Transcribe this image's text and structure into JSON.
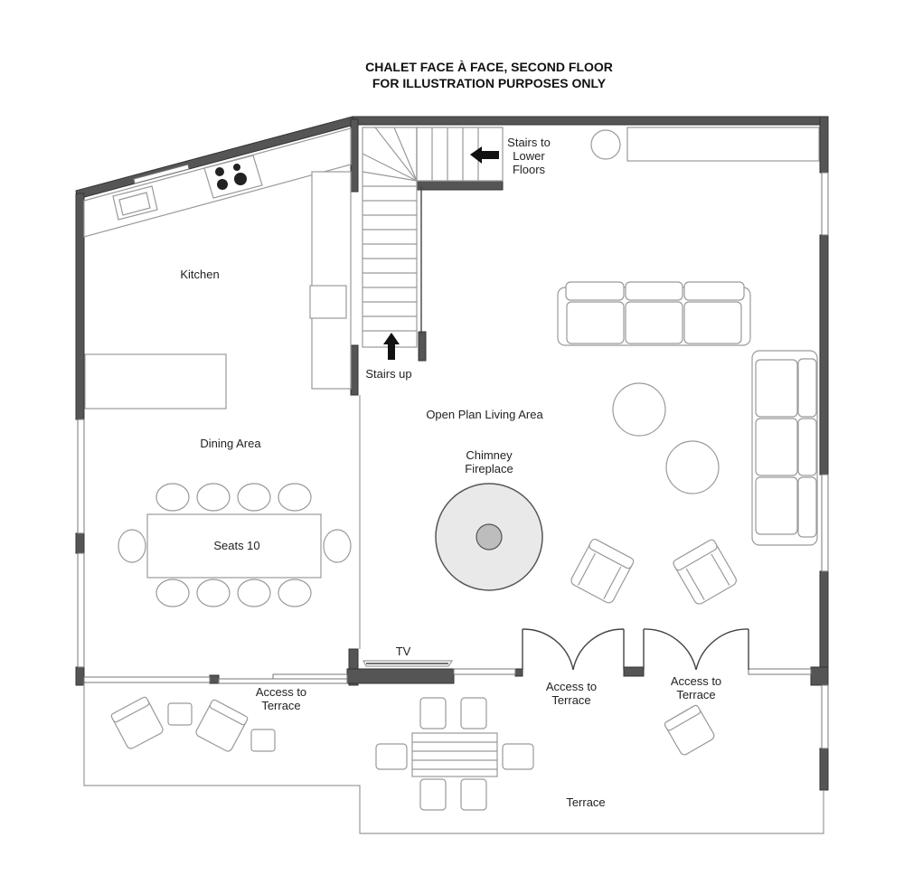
{
  "title": {
    "line1": "CHALET FACE À FACE, SECOND FLOOR",
    "line2": "FOR ILLUSTRATION PURPOSES ONLY"
  },
  "labels": {
    "stairs_lower_1": "Stairs to",
    "stairs_lower_2": "Lower",
    "stairs_lower_3": "Floors",
    "kitchen": "Kitchen",
    "stairs_up": "Stairs up",
    "open_plan": "Open Plan Living Area",
    "dining": "Dining Area",
    "chimney_1": "Chimney",
    "chimney_2": "Fireplace",
    "seats": "Seats 10",
    "tv": "TV",
    "access_left_1": "Access to",
    "access_left_2": "Terrace",
    "access_mid_1": "Access to",
    "access_mid_2": "Terrace",
    "access_right_1": "Access to",
    "access_right_2": "Terrace",
    "terrace": "Terrace"
  },
  "colors": {
    "wall": "#555555",
    "furniture_stroke": "#9a9a9a",
    "fireplace_fill": "#dcdcdc"
  }
}
